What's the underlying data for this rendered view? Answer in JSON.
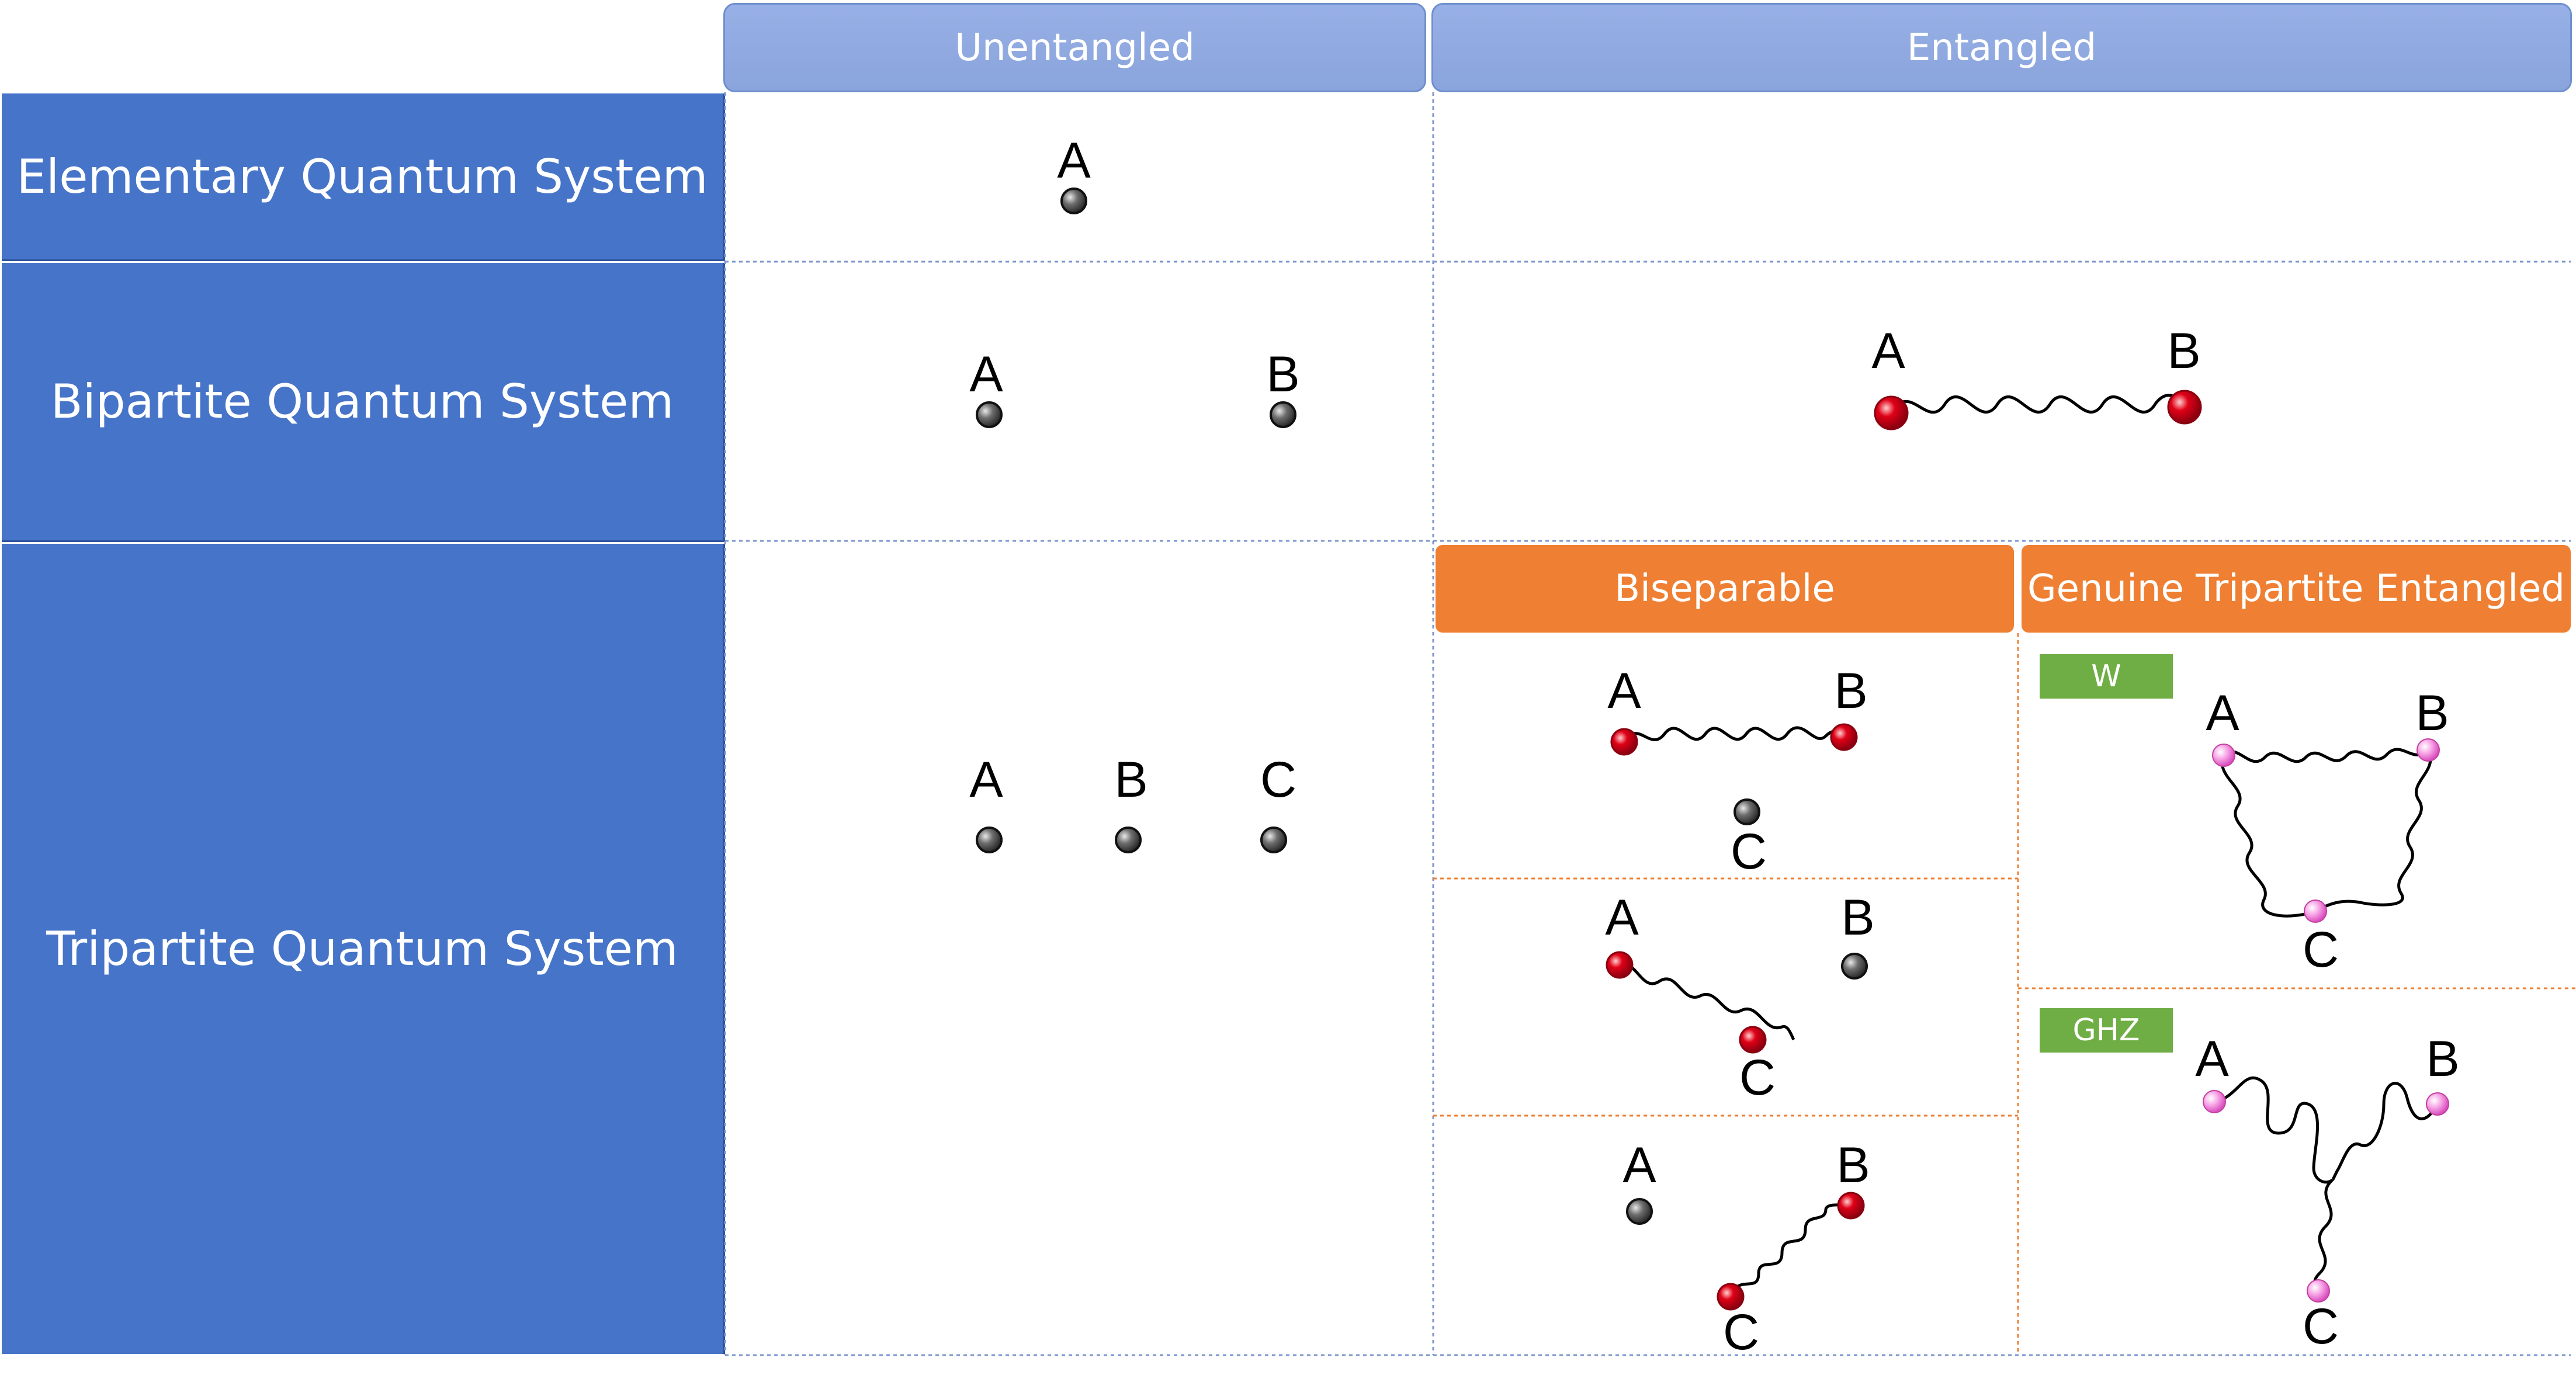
{
  "columns": {
    "unentangled": "Unentangled",
    "entangled": "Entangled"
  },
  "rows": {
    "elementary": "Elementary Quantum System",
    "bipartite": "Bipartite Quantum System",
    "tripartite": "Tripartite Quantum System"
  },
  "subheaders": {
    "biseparable": "Biseparable",
    "genuine": "Genuine Tripartite Entangled"
  },
  "tags": {
    "w": "W",
    "ghz": "GHZ"
  },
  "particle_labels": {
    "a": "A",
    "b": "B",
    "c": "C"
  },
  "colors": {
    "header_blue": "#8aa4dc",
    "row_blue": "#4674c8",
    "subheader_orange": "#ef7f32",
    "tag_green": "#6fae45",
    "particle_unentangled": "#333333",
    "particle_entangled": "#e00016",
    "particle_genuine": "#f27bd6"
  }
}
